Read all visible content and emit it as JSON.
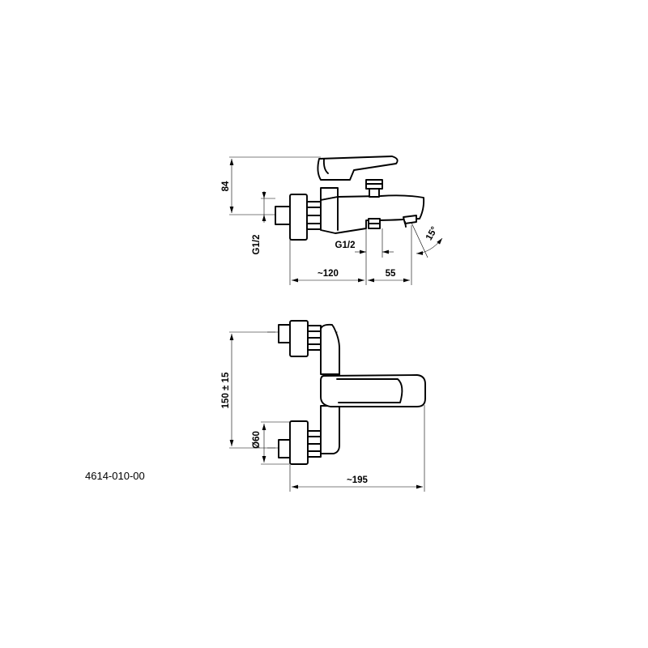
{
  "product_code": "4614-010-00",
  "side_view": {
    "dim_height": "84",
    "dim_inlet_thread": "G1/2",
    "dim_outlet_thread": "G1/2",
    "dim_projection": "~120",
    "dim_spout_offset": "55",
    "dim_spout_angle": "15°"
  },
  "top_view": {
    "dim_centers": "150 ± 15",
    "dim_rosette_diameter": "Ø60",
    "dim_total_width": "~195"
  }
}
